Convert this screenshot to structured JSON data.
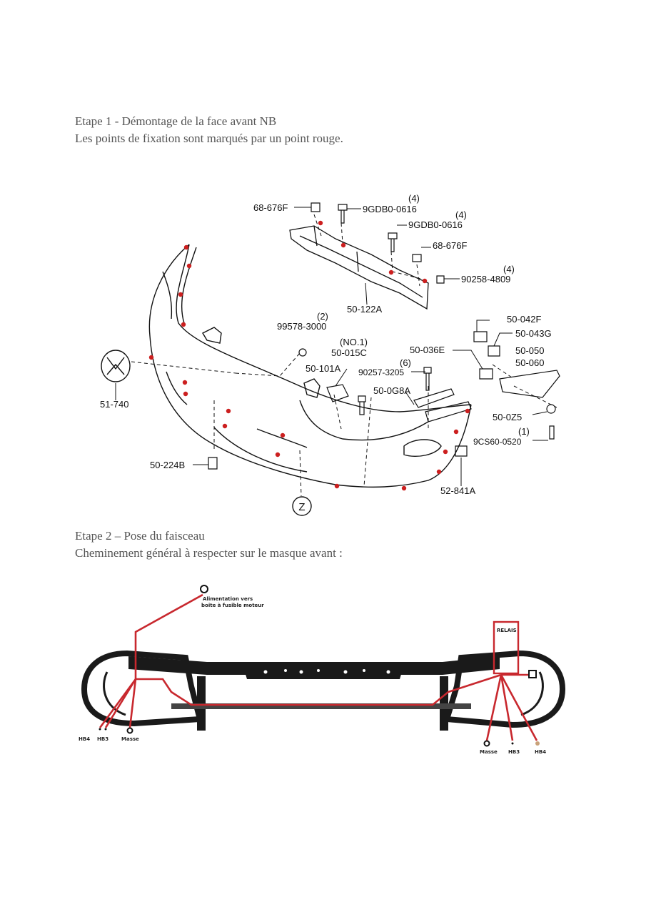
{
  "step1": {
    "title": "Etape 1 - Démontage de la face avant NB",
    "subtitle": "Les points de fixation sont marqués par un point rouge."
  },
  "step2": {
    "title": "Etape 2 – Pose du faisceau",
    "subtitle": "Cheminement général à respecter sur le masque avant :"
  },
  "parts": {
    "p68676F_a": "68-676F",
    "p9GDB0_a": "9GDB0-0616",
    "qty4_a": "(4)",
    "p9GDB0_b": "9GDB0-0616",
    "qty4_b": "(4)",
    "p68676F_b": "68-676F",
    "p902584809": "90258-4809",
    "qty4_c": "(4)",
    "p50122A": "50-122A",
    "p995783000": "99578-3000",
    "qty2": "(2)",
    "no1": "(NO.1)",
    "p50015C": "50-015C",
    "p50036E": "50-036E",
    "p50042F": "50-042F",
    "p50043G": "50-043G",
    "p50050": "50-050",
    "p50060": "50-060",
    "p50101A": "50-101A",
    "p902573205": "90257-3205",
    "qty6": "(6)",
    "p500G8A": "50-0G8A",
    "p500Z5": "50-0Z5",
    "p9CS600520": "9CS60-0520",
    "qty1": "(1)",
    "p51740": "51-740",
    "p50224B": "50-224B",
    "p52841A": "52-841A",
    "z": "Z"
  },
  "harness": {
    "power_line1": "Alimentation vers",
    "power_line2": "boite à fusible moteur",
    "relay": "RELAIS",
    "left_hb4": "HB4",
    "left_hb3": "HB3",
    "left_ground": "Masse",
    "right_ground": "Masse",
    "right_hb3": "HB3",
    "right_hb4": "HB4"
  },
  "colors": {
    "fixation_point": "#cc1f1f",
    "harness_wire": "#c8282e",
    "frame": "#1a1a1a"
  }
}
